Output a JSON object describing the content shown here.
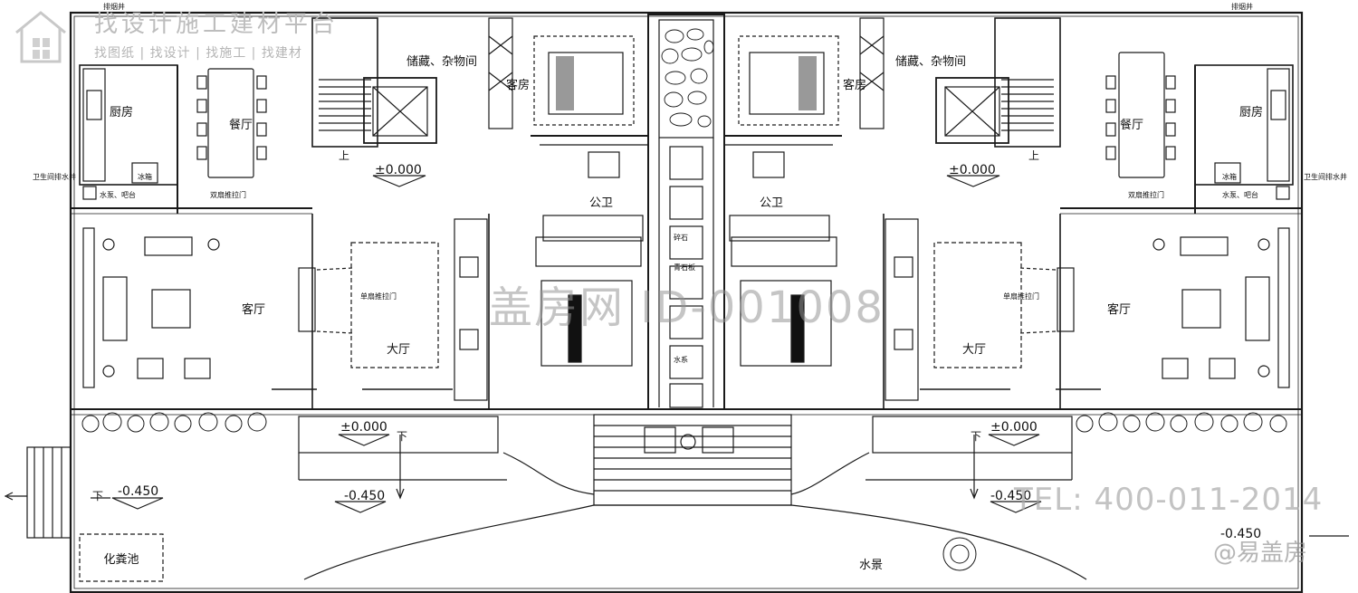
{
  "rooms": {
    "storage": "储藏、杂物间",
    "guest_room": "客房",
    "kitchen": "厨房",
    "dining": "餐厅",
    "public_bath": "公卫",
    "living": "客厅",
    "hall": "大厅",
    "septic": "化粪池",
    "water_feature": "水景",
    "gravel": "碎石",
    "blue_stone": "青石板",
    "water_channel": "水系"
  },
  "labels": {
    "up": "上",
    "down": "下",
    "chimney": "排烟井",
    "wc_drain": "卫生间排水井",
    "sink_bar": "水泵、吧台",
    "double_door": "双扇推拉门",
    "single_door": "单扇推拉门",
    "fridge": "冰箱"
  },
  "levels": {
    "zero": "±0.000",
    "minus_450": "-0.450"
  },
  "watermarks": {
    "platform": "找设计施工建材平台",
    "services": "找图纸 | 找设计 | 找施工 | 找建材",
    "id": "盖房网 ID-001008",
    "tel": "TEL: 400-011-2014",
    "brand": "@易盖房"
  },
  "colors": {
    "line": "#1a1a1a",
    "watermark": "#bdbdbd"
  }
}
